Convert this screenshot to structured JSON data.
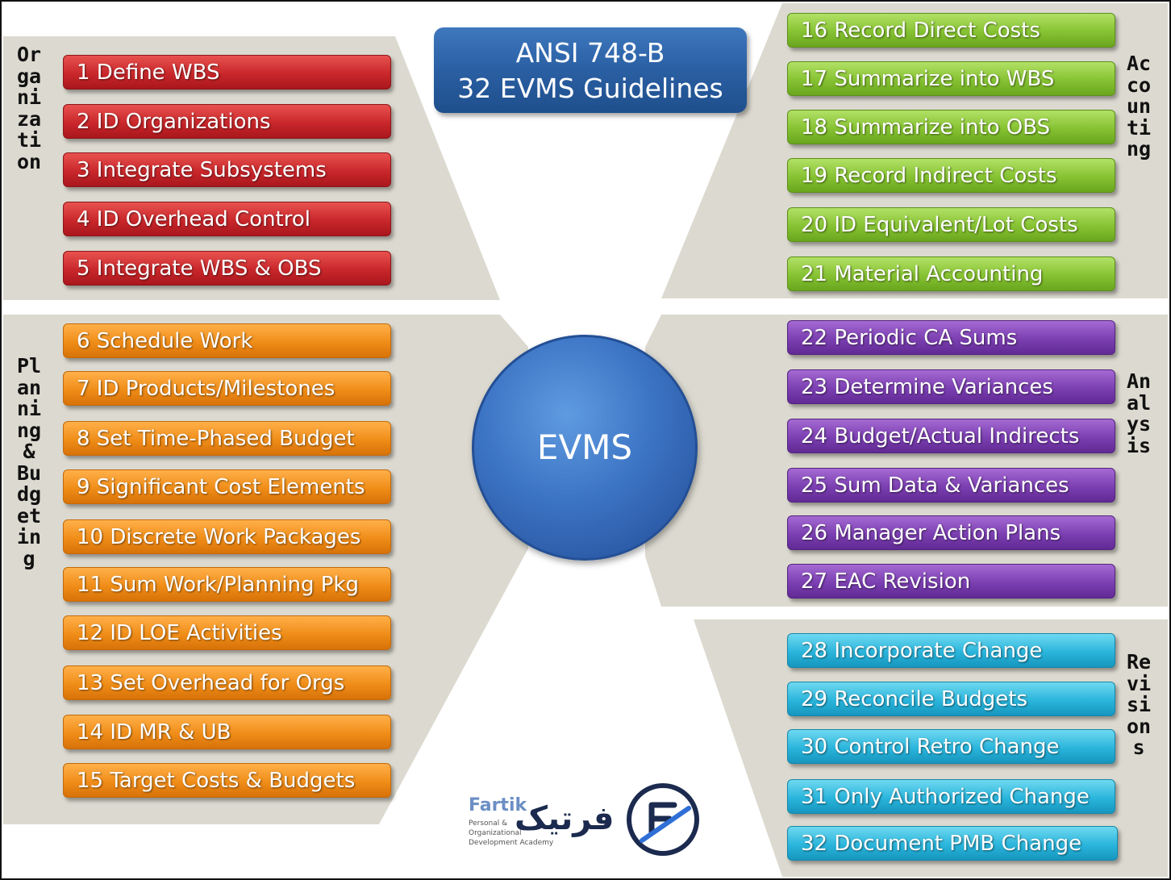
{
  "title": {
    "line1": "ANSI 748-B",
    "line2": "32 EVMS Guidelines"
  },
  "center": {
    "label": "EVMS"
  },
  "colors": {
    "organization": "#c9272b",
    "planning": "#f08d18",
    "accounting": "#86c232",
    "analysis": "#7b3fb1",
    "revisions": "#2ab5dc",
    "center": "#3c74c4",
    "band": "#dcdad0"
  },
  "groups": {
    "organization": {
      "label": "Organization",
      "items": [
        "1 Define WBS",
        "2 ID Organizations",
        "3 Integrate Subsystems",
        "4 ID Overhead Control",
        "5 Integrate WBS & OBS"
      ]
    },
    "planning": {
      "label": "Planning & Budgeting",
      "items": [
        "6 Schedule  Work",
        "7 ID Products/Milestones",
        "8 Set Time-Phased Budget",
        "9 Significant Cost Elements",
        "10 Discrete Work Packages",
        "11 Sum Work/Planning Pkg",
        "12 ID LOE Activities",
        "13 Set Overhead for Orgs",
        "14 ID MR & UB",
        "15 Target Costs & Budgets"
      ]
    },
    "accounting": {
      "label": "Accounting",
      "items": [
        "16 Record  Direct Costs",
        "17 Summarize into WBS",
        "18 Summarize into OBS",
        "19 Record Indirect Costs",
        "20 ID Equivalent/Lot Costs",
        "21 Material Accounting"
      ]
    },
    "analysis": {
      "label": "Analysis",
      "items": [
        "22 Periodic CA Sums",
        "23 Determine Variances",
        "24 Budget/Actual Indirects",
        "25 Sum Data & Variances",
        "26 Manager Action Plans",
        "27 EAC Revision"
      ]
    },
    "revisions": {
      "label": "Revisions",
      "items": [
        "28 Incorporate Change",
        "29 Reconcile Budgets",
        "30 Control Retro Change",
        "31 Only Authorized Change",
        "32 Document  PMB Change"
      ]
    }
  },
  "logo": {
    "name": "Fartik",
    "tagline1": "Personal &",
    "tagline2": "Organizational",
    "tagline3": "Development Academy",
    "name_fa": "فرتیک"
  }
}
